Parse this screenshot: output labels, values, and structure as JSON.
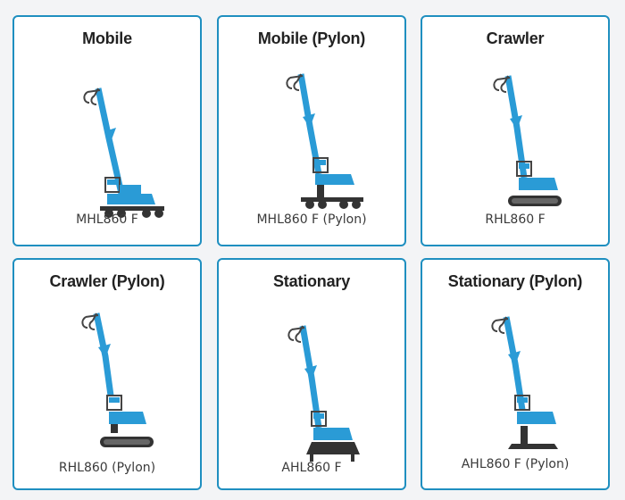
{
  "accent_color": "#1f8fc0",
  "machine_color": "#2a9bd6",
  "cards": [
    {
      "title": "Mobile",
      "model": "MHL860 F",
      "base_type": "wheeled",
      "icon": "material-handler-mobile-icon"
    },
    {
      "title": "Mobile (Pylon)",
      "model": "MHL860 F (Pylon)",
      "base_type": "wheeled",
      "icon": "material-handler-mobile-pylon-icon"
    },
    {
      "title": "Crawler",
      "model": "RHL860 F",
      "base_type": "crawler",
      "icon": "material-handler-crawler-icon"
    },
    {
      "title": "Crawler (Pylon)",
      "model": "RHL860 (Pylon)",
      "base_type": "crawler",
      "icon": "material-handler-crawler-pylon-icon"
    },
    {
      "title": "Stationary",
      "model": "AHL860 F",
      "base_type": "stationary",
      "icon": "material-handler-stationary-icon"
    },
    {
      "title": "Stationary (Pylon)",
      "model": "AHL860 F (Pylon)",
      "base_type": "stationary",
      "icon": "material-handler-stationary-pylon-icon"
    }
  ]
}
